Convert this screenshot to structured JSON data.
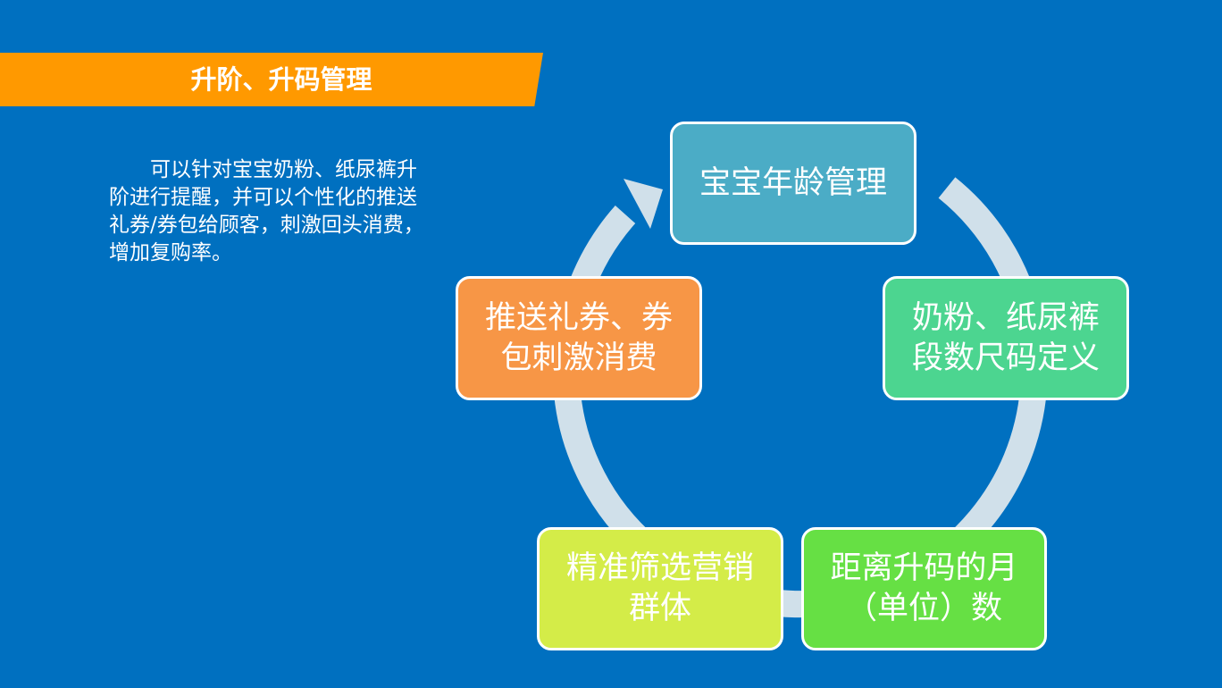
{
  "slide": {
    "title": "升阶、升码管理",
    "description": "可以针对宝宝奶粉、纸尿裤升阶进行提醒，并可以个性化的推送礼券/券包给顾客，刺激回头消费，增加复购率。"
  },
  "cycle": {
    "steps": [
      {
        "label": "宝宝年龄管理",
        "color": "#4bacc6"
      },
      {
        "label": "奶粉、纸尿裤段数尺码定义",
        "color": "#4cd590"
      },
      {
        "label": "距离升码的月（单位）数",
        "color": "#66e044"
      },
      {
        "label": "精准筛选营销群体",
        "color": "#d4ec48"
      },
      {
        "label": "推送礼券、券包刺激消费",
        "color": "#f79646"
      }
    ],
    "ring_color": "#d0e0ea"
  },
  "colors": {
    "background": "#0070c0",
    "banner": "#ff9900"
  }
}
